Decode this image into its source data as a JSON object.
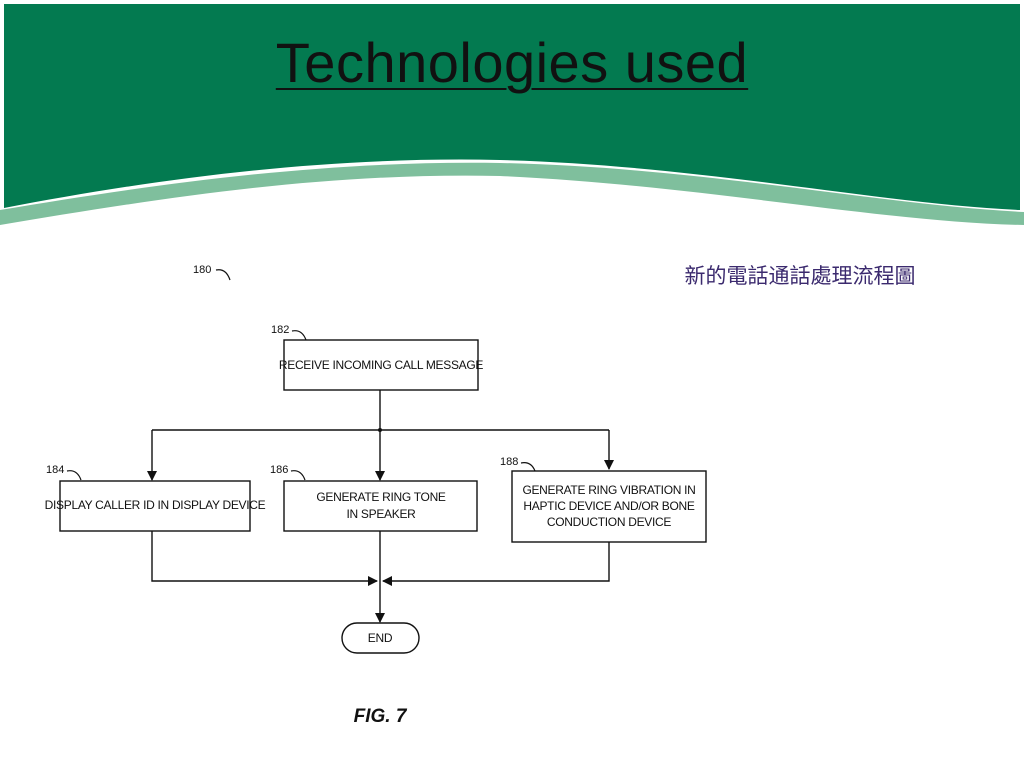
{
  "slide": {
    "title": "Technologies used",
    "subtitle": "新的電話通話處理流程圖",
    "colors": {
      "header_green": "#037a50",
      "wave_light": "#7fbf9d"
    }
  },
  "diagram": {
    "ref_main": "180",
    "nodes": {
      "receive": {
        "ref": "182",
        "lines": [
          "RECEIVE INCOMING CALL MESSAGE"
        ]
      },
      "display": {
        "ref": "184",
        "lines": [
          "DISPLAY CALLER ID IN DISPLAY DEVICE"
        ]
      },
      "ring": {
        "ref": "186",
        "lines": [
          "GENERATE RING TONE",
          "IN SPEAKER"
        ]
      },
      "vibration": {
        "ref": "188",
        "lines": [
          "GENERATE RING VIBRATION IN",
          "HAPTIC DEVICE AND/OR BONE",
          "CONDUCTION DEVICE"
        ]
      },
      "end": {
        "lines": [
          "END"
        ]
      }
    },
    "figure_label": "FIG. 7"
  }
}
